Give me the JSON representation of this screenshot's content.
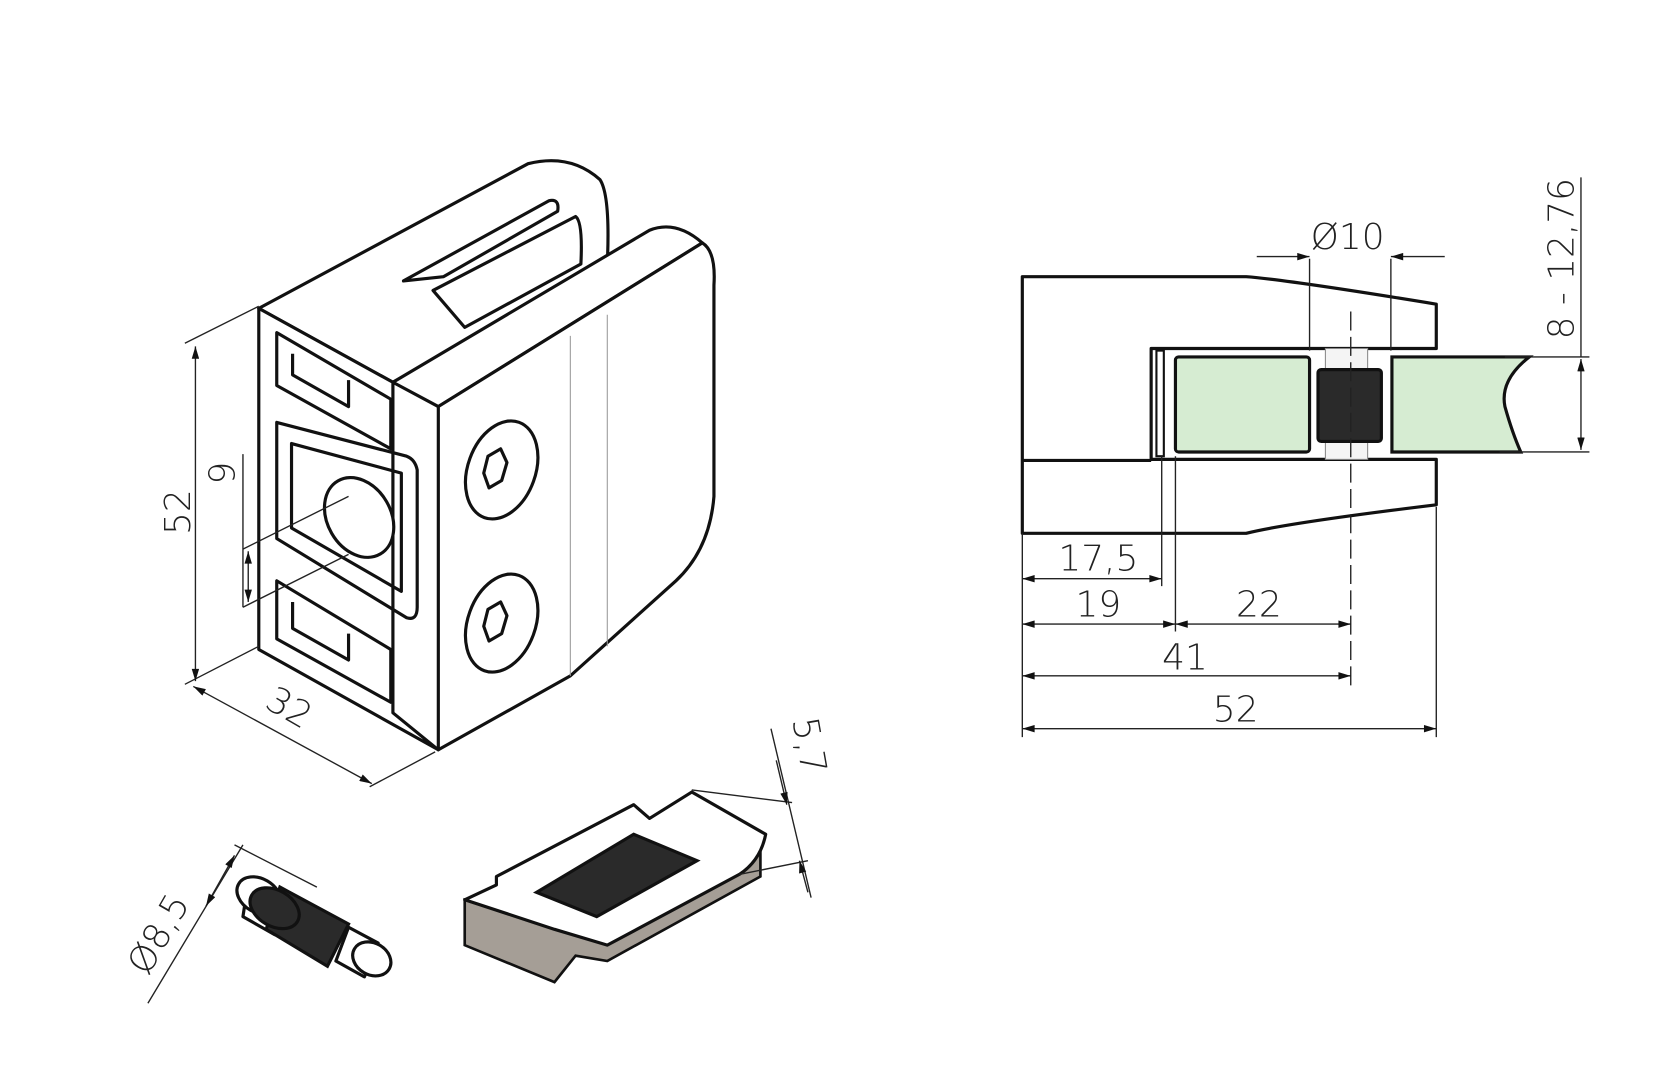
{
  "title": "Glass clamp technical drawing",
  "colors": {
    "glass": "#d6ecd2",
    "rubber": "#2a2a2a",
    "pad": "#a59e96",
    "line": "#111111"
  },
  "iso_view": {
    "dims": {
      "height": "52",
      "depth": "32",
      "hole_offset": "9"
    }
  },
  "pin_view": {
    "dims": {
      "diameter": "Ø8,5"
    }
  },
  "pad_view": {
    "dims": {
      "thickness": "5,7"
    }
  },
  "section_view": {
    "dims": {
      "pin_diameter": "Ø10",
      "glass_thickness": "8 - 12,76",
      "d17_5": "17,5",
      "d19": "19",
      "d22": "22",
      "d41": "41",
      "d52": "52"
    }
  }
}
